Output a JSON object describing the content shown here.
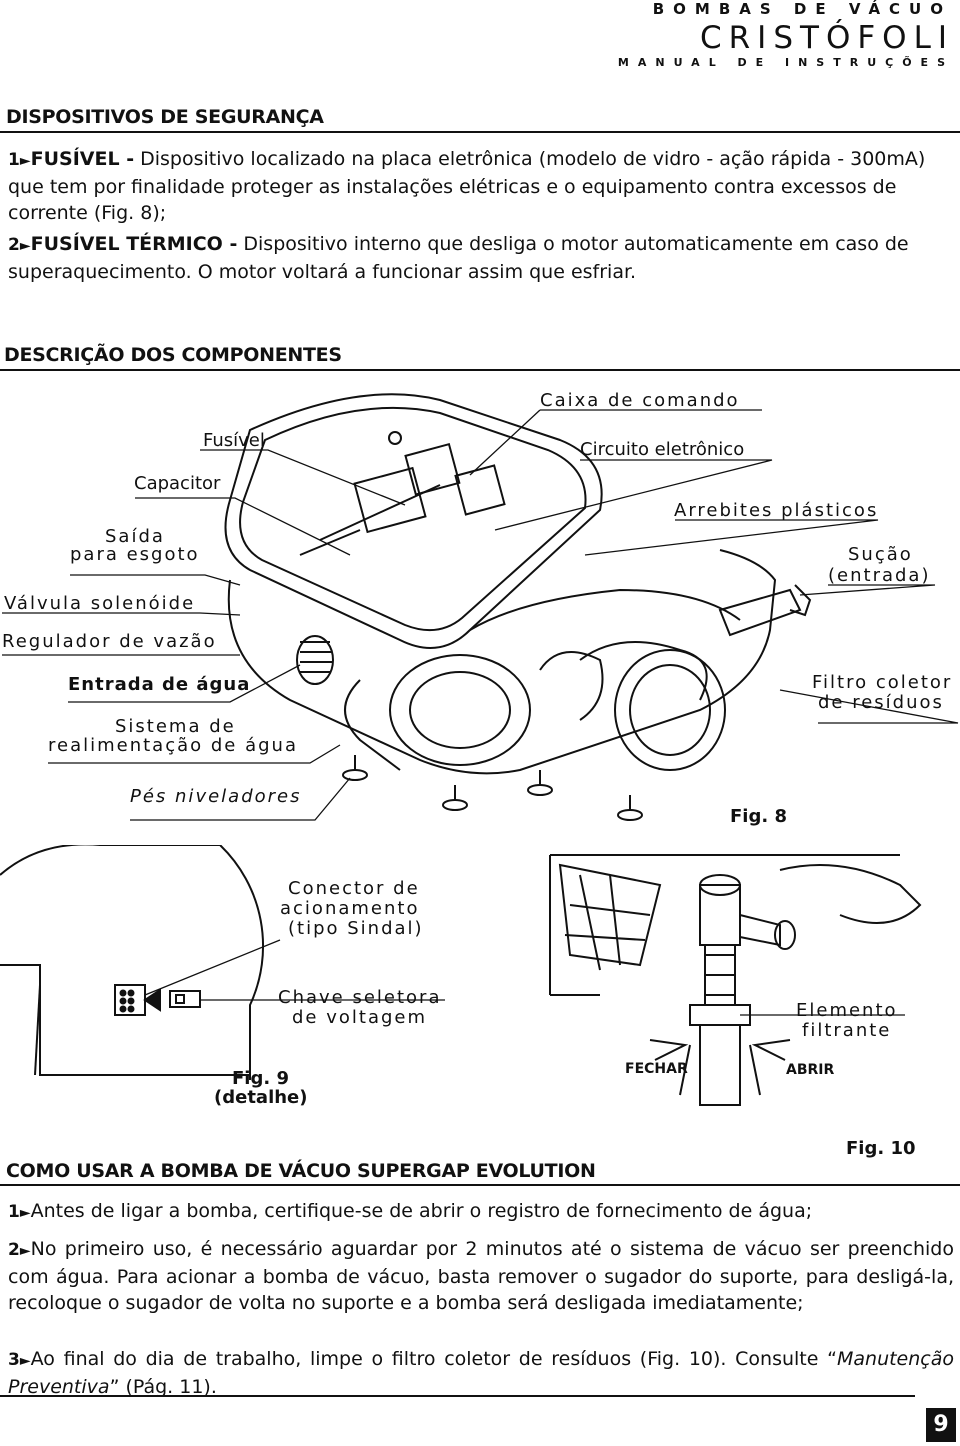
{
  "header": {
    "brand_top": "BOMBAS DE VÁCUO",
    "brand_name": "CRISTÓFOLI",
    "brand_sub": "MANUAL DE INSTRUÇÕES"
  },
  "safety": {
    "title": "DISPOSITIVOS DE SEGURANÇA",
    "items": [
      {
        "num": "1",
        "bold": "FUSÍVEL -",
        "text": " Dispositivo localizado na placa eletrônica (modelo de vidro - ação rápida - 300mA) que tem por finalidade proteger as instalações elétricas e o equipamento contra excessos de corrente (Fig. 8);"
      },
      {
        "num": "2",
        "bold": "FUSÍVEL TÉRMICO -",
        "text": " Dispositivo interno que desliga o motor automaticamente em caso de superaquecimento. O motor voltará a funcionar assim que esfriar."
      }
    ]
  },
  "components": {
    "title": "DESCRIÇÃO DOS COMPONENTES",
    "labels": {
      "caixa": "Caixa de comando",
      "fusivel": "Fusível",
      "circuito": "Circuito eletrônico",
      "capacitor": "Capacitor",
      "arrebites": "Arrebites plásticos",
      "saida1": "Saída",
      "saida2": "para esgoto",
      "sucao1": "Sução",
      "sucao2": "(entrada)",
      "valvula": "Válvula solenóide",
      "regulador": "Regulador de vazão",
      "entrada": "Entrada de água",
      "filtro1": "Filtro coletor",
      "filtro2": "de resíduos",
      "sistema1": "Sistema de",
      "sistema2": "realimentação de água",
      "pes": "Pés niveladores",
      "fig8": "Fig. 8"
    }
  },
  "fig9": {
    "conector1": "Conector de",
    "conector2": "acionamento",
    "conector3": "(tipo Sindal)",
    "chave1": "Chave seletora",
    "chave2": "de voltagem",
    "fig1": "Fig. 9",
    "fig2": "(detalhe)"
  },
  "fig10": {
    "elemento1": "Elemento",
    "elemento2": "filtrante",
    "fechar": "FECHAR",
    "abrir": "ABRIR",
    "fig": "Fig. 10"
  },
  "usage": {
    "title": "COMO USAR A BOMBA DE VÁCUO SUPERGAP EVOLUTION",
    "items": [
      {
        "num": "1",
        "text": "Antes de ligar a bomba, certifique-se de abrir o registro de fornecimento de água;"
      },
      {
        "num": "2",
        "text": "No primeiro uso, é necessário aguardar por 2 minutos até o sistema de vácuo ser preenchido com água. Para acionar a bomba de vácuo, basta remover o sugador do suporte, para desligá-la, recoloque o sugador de volta no suporte e a bomba será desligada imediatamente;"
      },
      {
        "num": "3",
        "text_a": "Ao final do dia de trabalho, limpe o filtro coletor de resíduos (Fig. 10). Consulte “",
        "italic": "Manutenção Preventiva",
        "text_b": "” (Pág. 11)."
      }
    ]
  },
  "page_number": "9"
}
